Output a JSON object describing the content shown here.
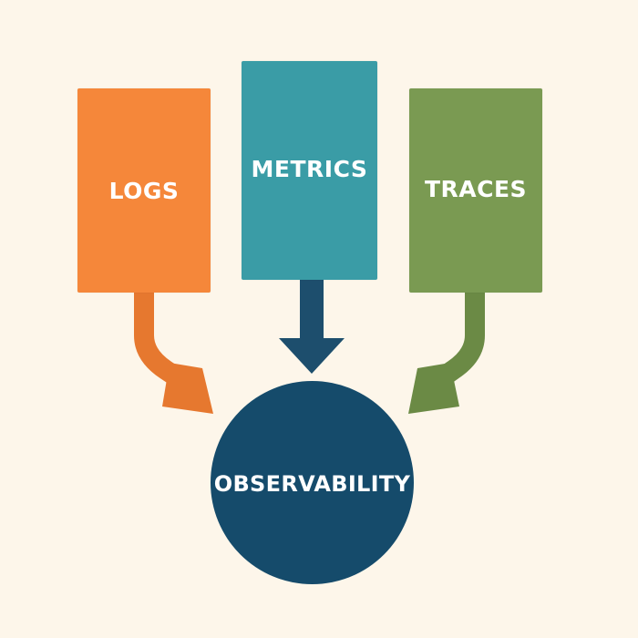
{
  "diagram": {
    "sources": [
      {
        "id": "logs",
        "label": "LOGS",
        "color": "#f5873a",
        "arrow_color": "#e6782f"
      },
      {
        "id": "metrics",
        "label": "METRICS",
        "color": "#3a9ca6",
        "arrow_color": "#1d4e6d"
      },
      {
        "id": "traces",
        "label": "TRACES",
        "color": "#7a9a52",
        "arrow_color": "#6b8a45"
      }
    ],
    "target": {
      "label": "OBSERVABILITY",
      "color": "#154b6b"
    },
    "background": "#fdf6ea"
  }
}
